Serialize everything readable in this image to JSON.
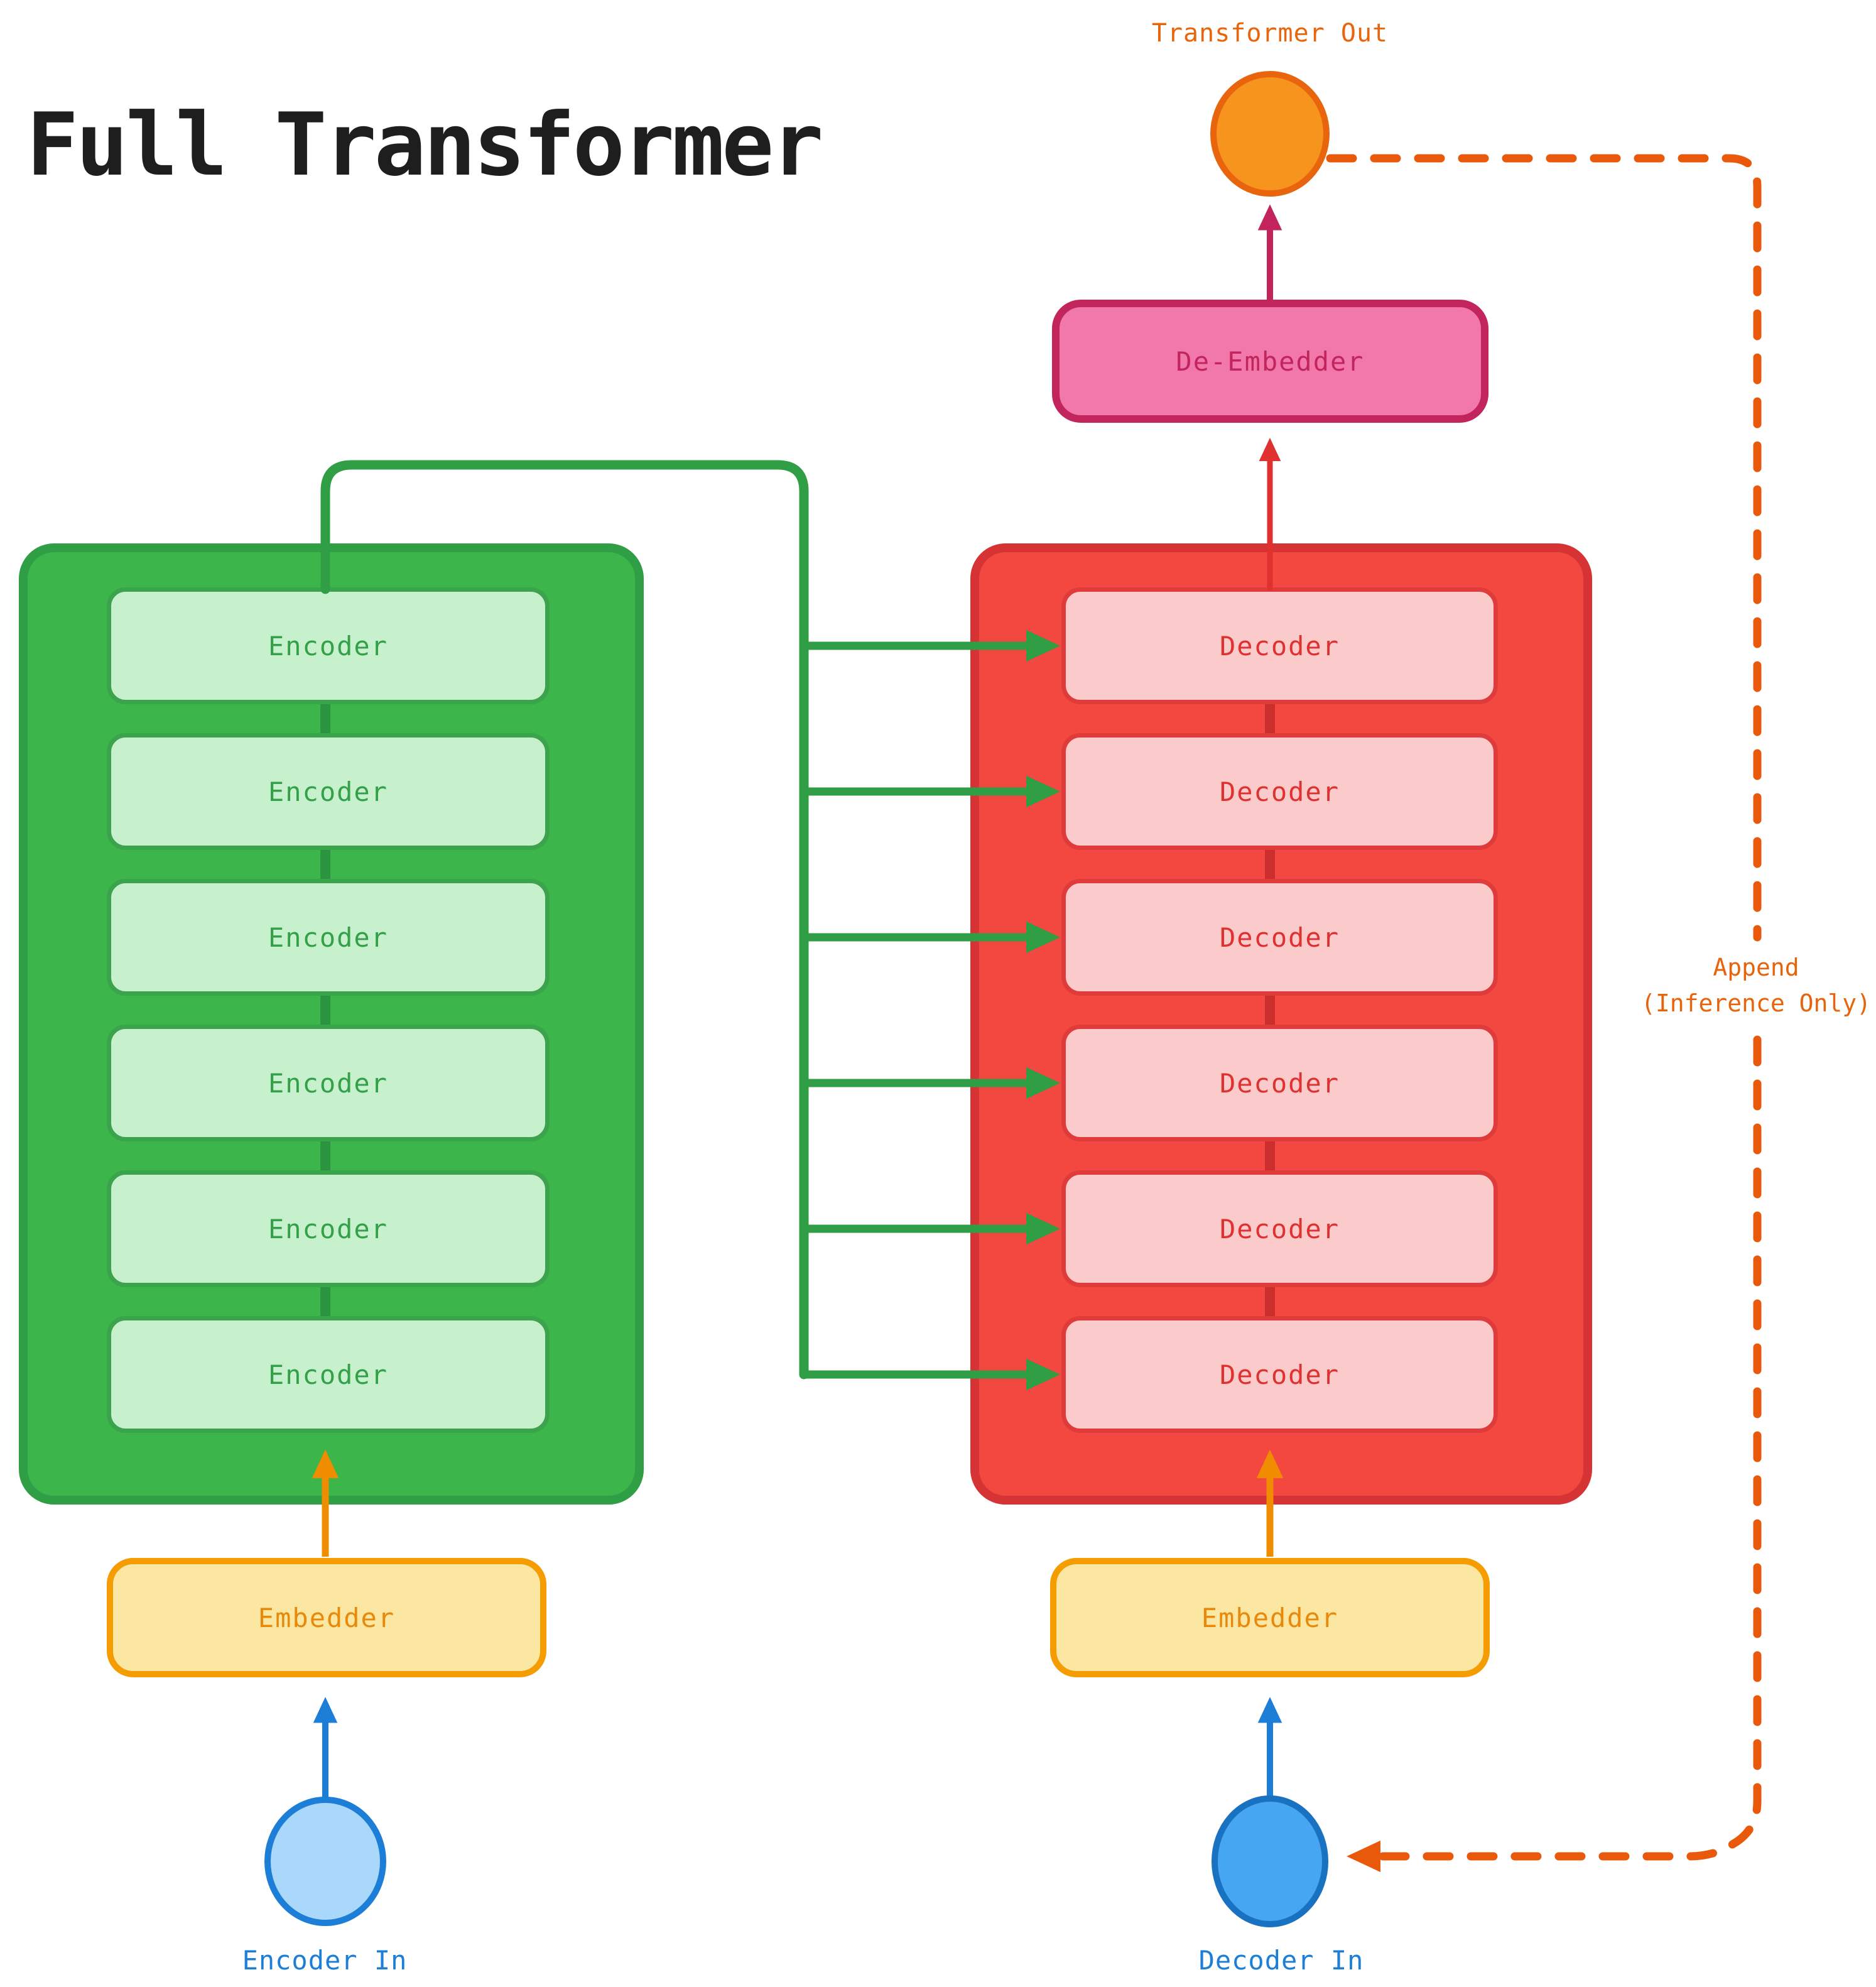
{
  "title": "Full Transformer",
  "colors": {
    "title-color": "#1e1e1e",
    "green-box-fill": "#3cb54a",
    "green-box-stroke": "#2f9e44",
    "encoder-fill": "#c6f1cc",
    "encoder-stroke": "#3aa34c",
    "encoder-text": "#34a04a",
    "red-box-fill": "#f24840",
    "red-box-stroke": "#d63434",
    "decoder-fill": "#fbcaca",
    "decoder-stroke": "#e03b3b",
    "decoder-text": "#e03131",
    "embedder-fill": "#fbe7a2",
    "embedder-stroke": "#f59c00",
    "embedder-text": "#e8890b",
    "de-embedder-fill": "#f278ac",
    "de-embedder-stroke": "#c2255c",
    "de-embedder-text": "#c2255c",
    "out-node-fill": "#f7941e",
    "out-node-stroke": "#e8650d",
    "encoder-in-fill": "#a9d8fb",
    "encoder-in-stroke": "#1c7ed6",
    "decoder-in-fill": "#46a6f2",
    "decoder-in-stroke": "#1971c2",
    "green-arrow": "#2f9e44",
    "green-stub": "#2b9440",
    "red-arrow": "#e03131",
    "red-stub": "#cc2e2e",
    "crimson-arrow": "#c2255c",
    "orange-arrow": "#f08c00",
    "blue-arrow": "#1c7ed6",
    "dash-color": "#e8590c",
    "in-label-color": "#1c7ed6",
    "out-label-color": "#e8650d",
    "append-color": "#e8640c"
  },
  "encoder_stack": {
    "layers": [
      {
        "label": "Encoder"
      },
      {
        "label": "Encoder"
      },
      {
        "label": "Encoder"
      },
      {
        "label": "Encoder"
      },
      {
        "label": "Encoder"
      },
      {
        "label": "Encoder"
      }
    ]
  },
  "decoder_stack": {
    "layers": [
      {
        "label": "Decoder"
      },
      {
        "label": "Decoder"
      },
      {
        "label": "Decoder"
      },
      {
        "label": "Decoder"
      },
      {
        "label": "Decoder"
      },
      {
        "label": "Decoder"
      }
    ]
  },
  "embedders": {
    "encoder_side": "Embedder",
    "decoder_side": "Embedder"
  },
  "de_embedder": {
    "label": "De-Embedder"
  },
  "nodes": {
    "transformer_out": {
      "label": "Transformer Out"
    },
    "encoder_in": {
      "label": "Encoder In"
    },
    "decoder_in": {
      "label": "Decoder In"
    }
  },
  "annotations": {
    "append_line1": "Append",
    "append_line2": "(Inference Only)"
  }
}
